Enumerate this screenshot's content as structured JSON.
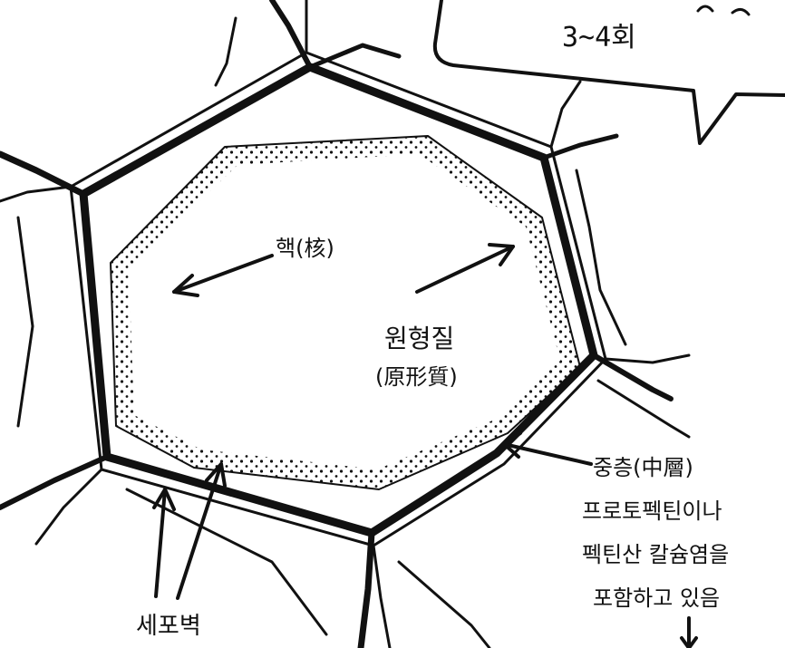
{
  "colors": {
    "ink": "#111111",
    "background": "#ffffff"
  },
  "speech_bubble": {
    "text": "3~4회"
  },
  "labels": {
    "nucleus": "핵(核)",
    "protoplasm_line1": "원형질",
    "protoplasm_line2": "(原形質)",
    "middle_lamella_line1": "중층(中層)",
    "middle_lamella_line2": "프로토펙틴이나",
    "middle_lamella_line3": "펙틴산 칼슘염을",
    "middle_lamella_line4": "포함하고 있음",
    "cell_wall": "세포벽"
  }
}
